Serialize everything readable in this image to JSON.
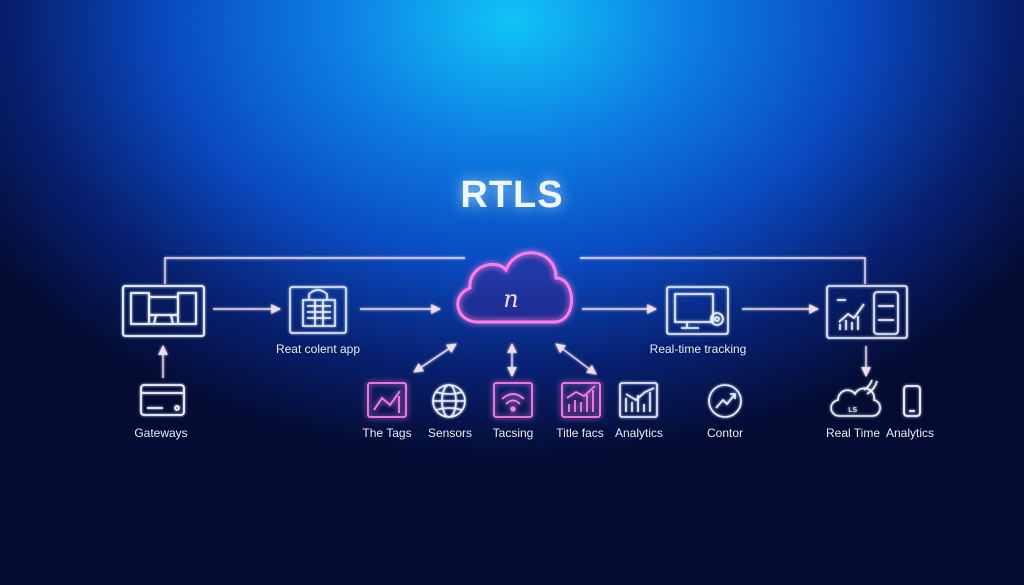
{
  "title": "RTLS",
  "labels": {
    "app": "Reat colent app",
    "realtime_tracking": "Real-time tracking",
    "gateways": "Gateways",
    "the_tags": "The Tags",
    "sensors": "Sensors",
    "tacsing": "Tacsing",
    "title_facs": "Title facs",
    "analytics_1": "Analytics",
    "contor": "Contor",
    "real_time": "Real Time",
    "analytics_2": "Analytics"
  },
  "cloud_glyph": "n",
  "colors": {
    "line": "#ead9ec",
    "neon_pink": "#ff7de8",
    "icon_white": "#eef3ff"
  }
}
